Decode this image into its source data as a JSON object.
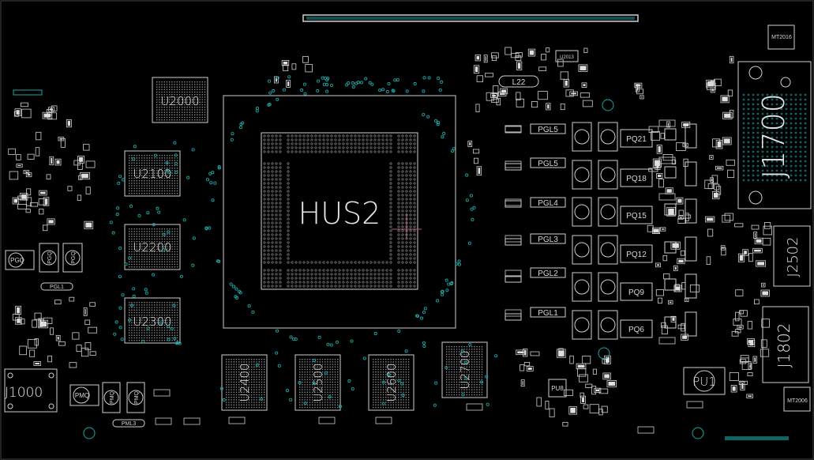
{
  "board": {
    "background": "#000000",
    "outline_color": "#cfcfcf",
    "via_color": "#1aa6a6",
    "pad_color": "#e0e0e0"
  },
  "labels": {
    "gpu": "HUS2",
    "mem": [
      "U2000",
      "U2100",
      "U2200",
      "U2300",
      "U2400",
      "U2500",
      "U2600",
      "U2700"
    ],
    "pgl": [
      "PGL5",
      "PGL5",
      "PGL4",
      "PGL3",
      "PGL2",
      "PGL1"
    ],
    "pq": [
      "PQ21",
      "PQ18",
      "PQ15",
      "PQ12",
      "PQ9",
      "PQ6"
    ],
    "j1700": "J1700",
    "j2502": "J2502",
    "j1802": "J1802",
    "pu1": "PU1",
    "pu8": "PU8",
    "l22": "L22",
    "u2013": "U2013",
    "mt2016": "MT2016",
    "mt2006": "MT2006",
    "j1000": "J1000",
    "pm": [
      "PMQ",
      "PMQ",
      "PMQ"
    ],
    "pml3": "PML3",
    "pgl1_left": "PGL1",
    "pgq": [
      "PGQ",
      "PGQ",
      "PGQ"
    ]
  }
}
